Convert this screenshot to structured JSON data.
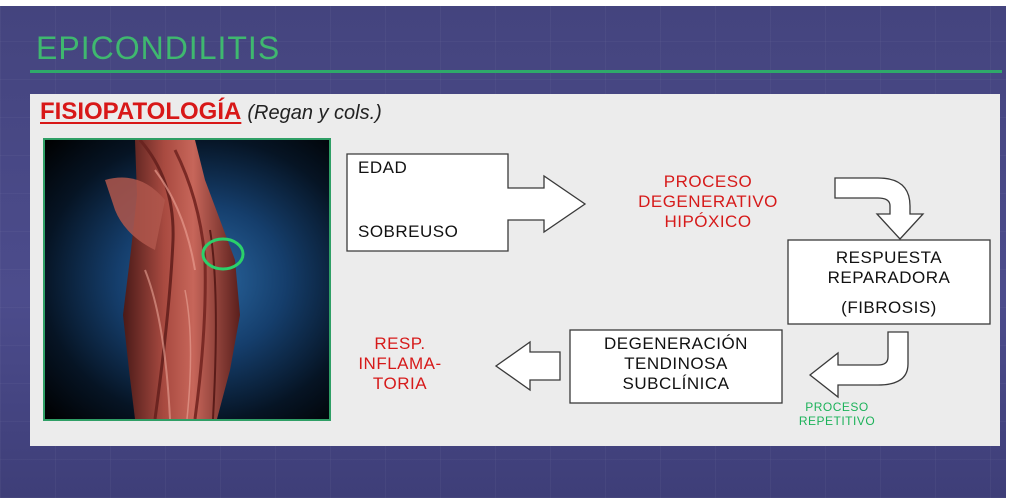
{
  "slide": {
    "title": "EPICONDILITIS",
    "subtitle": "FISIOPATOLOGÍA",
    "reference": "(Regan y cols.)"
  },
  "diagram": {
    "input_top": "EDAD",
    "input_bottom": "SOBREUSO",
    "stage1": "PROCESO\nDEGENERATIVO\nHIPÓXICO",
    "stage2": "RESPUESTA\nREPARADORA",
    "stage2_note": "(FIBROSIS)",
    "stage3": "DEGENERACIÓN\nTENDINOSA\nSUBCLÍNICA",
    "stage3_note": "PROCESO\nREPETITIVO",
    "stage4": "RESP.\nINFLAMA-\nTORIA"
  },
  "colors": {
    "background": "#4a4a86",
    "title": "#3fb86f",
    "accent_red": "#d61a1a",
    "accent_green": "#1db25a",
    "panel": "#ececec"
  }
}
